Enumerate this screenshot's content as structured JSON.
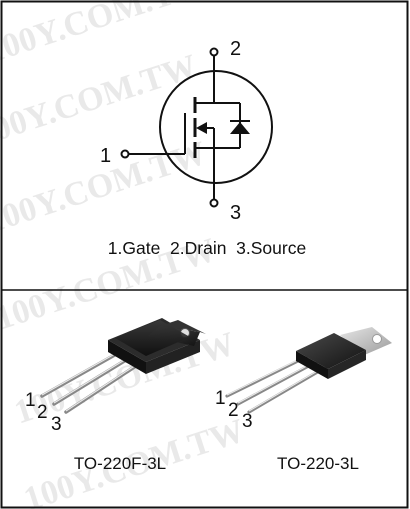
{
  "watermark": "100Y.COM.TW",
  "symbol": {
    "pins": [
      {
        "id": "gate",
        "number": "1"
      },
      {
        "id": "drain",
        "number": "2"
      },
      {
        "id": "source",
        "number": "3"
      }
    ],
    "legend": "1.Gate  2.Drain  3.Source"
  },
  "packages": [
    {
      "id": "to220f",
      "name": "TO-220F-3L",
      "pin_numbers": [
        "1",
        "2",
        "3"
      ]
    },
    {
      "id": "to220",
      "name": "TO-220-3L",
      "pin_numbers": [
        "1",
        "2",
        "3"
      ]
    }
  ],
  "colors": {
    "line": "#111111",
    "package_body": "#1a1a1a",
    "tab_metal": "#b8b8b8",
    "watermark": "#e9e9e9"
  }
}
